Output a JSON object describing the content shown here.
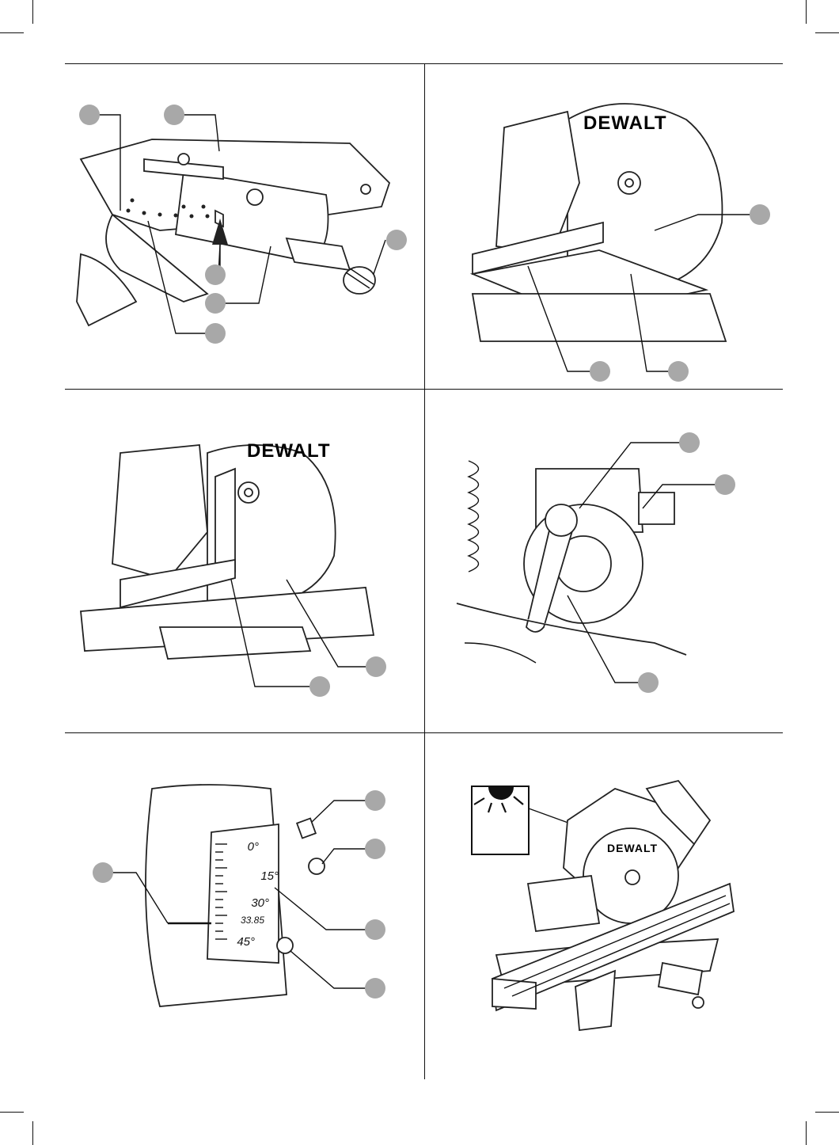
{
  "page": {
    "background": "#ffffff",
    "ink": "#111111",
    "callout_color": "#a8a8a8"
  },
  "figures": [
    {
      "id": "fig-miter-scale",
      "icons": [
        "miter-detent-plate-icon",
        "miter-handle-icon",
        "lock-knob-icon"
      ]
    },
    {
      "id": "fig-blade-square-fence",
      "brand_label": "DEWALT",
      "icons": [
        "saw-blade-icon",
        "square-tool-icon"
      ]
    },
    {
      "id": "fig-blade-square-table",
      "brand_label": "DEWALT",
      "icons": [
        "saw-blade-icon",
        "square-tool-icon"
      ]
    },
    {
      "id": "fig-bevel-lock-lever",
      "icons": [
        "bevel-lock-lever-icon",
        "bevel-stop-icon"
      ]
    },
    {
      "id": "fig-bevel-scale",
      "scale_labels": [
        "0°",
        "15°",
        "30°",
        "33.85",
        "45°"
      ],
      "icons": [
        "bevel-scale-icon",
        "stop-screw-icon"
      ]
    },
    {
      "id": "fig-led-work-light",
      "brand_label": "DEWALT",
      "icons": [
        "work-light-icon",
        "miter-saw-icon",
        "workpiece-icon"
      ]
    }
  ]
}
